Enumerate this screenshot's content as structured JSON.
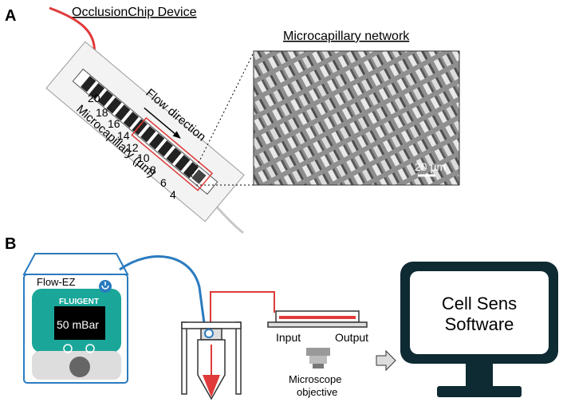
{
  "panel_a": {
    "letter": "A",
    "device_title": "OcclusionChip Device",
    "network_title": "Microcapillary network",
    "flow_label": "Flow direction",
    "axis_label": "Microcapillary (µm)",
    "widths": [
      "20",
      "18",
      "16",
      "14",
      "12",
      "10",
      "8",
      "6",
      "4"
    ],
    "scale_bar": "20 µm"
  },
  "panel_b": {
    "letter": "B",
    "pump_name": "Flow-EZ",
    "pump_brand": "FLUIGENT",
    "pressure": "50 mBar",
    "input_label": "Input",
    "output_label": "Output",
    "microscope_line1": "Microscope",
    "microscope_line2": "objective",
    "software_line1": "Cell Sens",
    "software_line2": "Software"
  },
  "colors": {
    "tubing_red": "#e03a3a",
    "tubing_blue": "#2a7bbf",
    "pump_teal": "#1aa79a",
    "monitor_dark": "#0e2a33"
  }
}
